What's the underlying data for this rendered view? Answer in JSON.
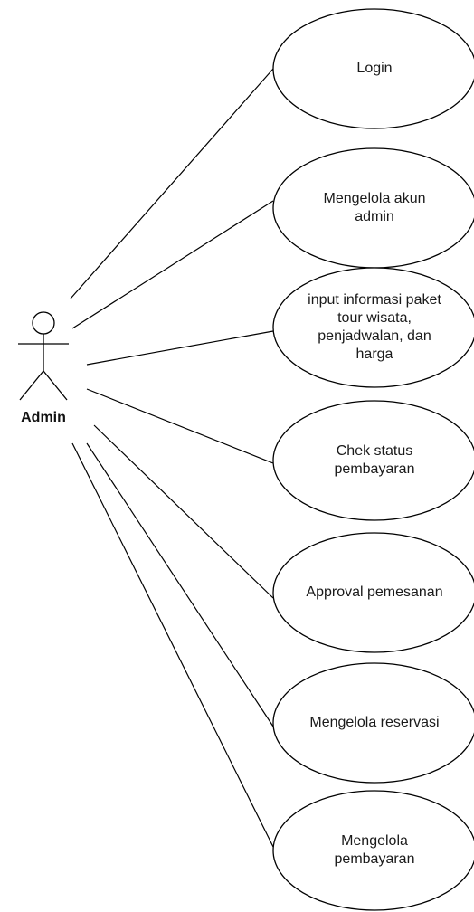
{
  "actor": {
    "label": "Admin",
    "icon": "stick-figure-actor-icon"
  },
  "use_cases": [
    {
      "id": "login",
      "lines": [
        "Login"
      ]
    },
    {
      "id": "mengelola-akun-admin",
      "lines": [
        "Mengelola akun",
        "admin"
      ]
    },
    {
      "id": "input-informasi-paket",
      "lines": [
        "input informasi paket",
        "tour wisata,",
        "penjadwalan, dan",
        "harga"
      ]
    },
    {
      "id": "chek-status-pembayaran",
      "lines": [
        "Chek status",
        "pembayaran"
      ]
    },
    {
      "id": "approval-pemesanan",
      "lines": [
        "Approval pemesanan"
      ]
    },
    {
      "id": "mengelola-reservasi",
      "lines": [
        "Mengelola reservasi"
      ]
    },
    {
      "id": "mengelola-pembayaran",
      "lines": [
        "Mengelola",
        "pembayaran"
      ]
    }
  ],
  "colors": {
    "stroke": "#000000",
    "text": "#1a1a1a",
    "background": "#ffffff"
  }
}
